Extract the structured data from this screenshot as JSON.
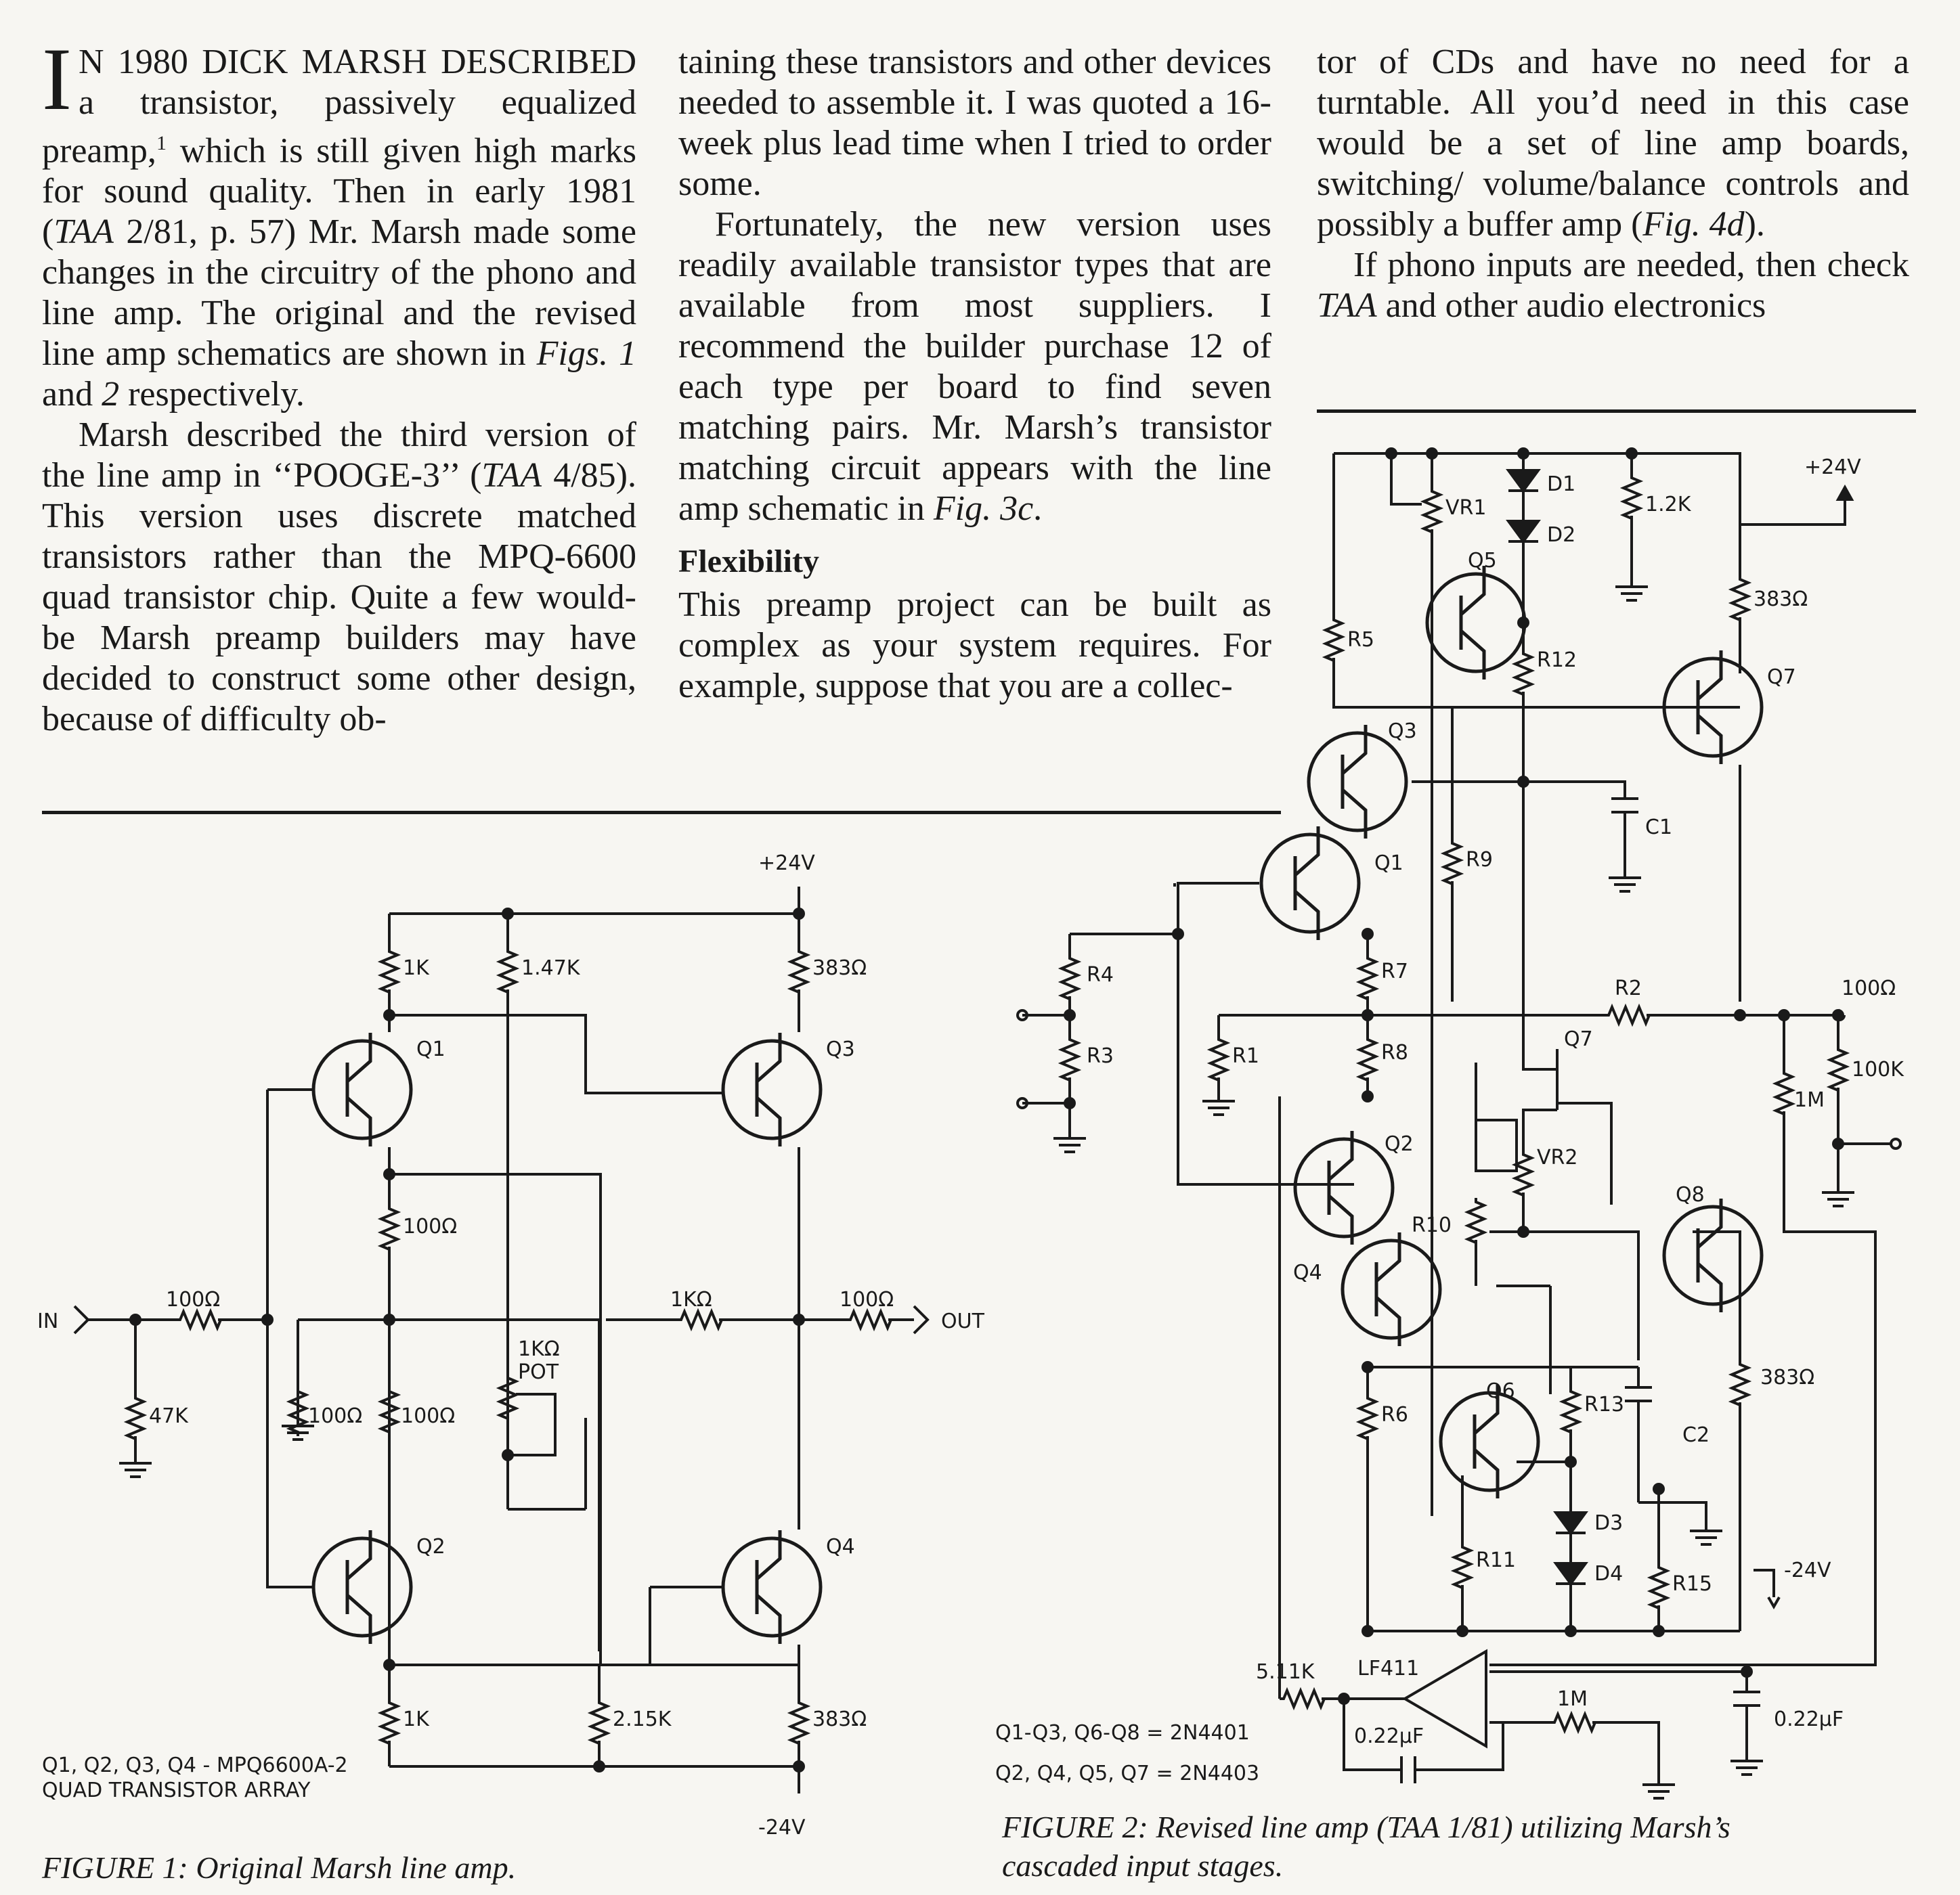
{
  "article": {
    "col1_dropcap": "I",
    "col1_p1_lead": "N 1980 DICK MARSH DESCRIBED",
    "col1_p1_rest": " a transistor, passively equalized preamp,",
    "col1_p1_sup": "1",
    "col1_p1_rest2": " which is still given high marks for sound quality. Then in early 1981 (",
    "col1_p1_taa": "TAA",
    "col1_p1_rest3": " 2/81, p. 57) Mr. Marsh made some changes in the circuitry of the phono and line amp. The original and the revised line amp schematics are shown in ",
    "col1_p1_figs": "Figs. 1",
    "col1_p1_and": " and ",
    "col1_p1_two": "2",
    "col1_p1_end": " respectively.",
    "col1_p2_a": "Marsh described the third version of the line amp in ‘‘POOGE-3’’ (",
    "col1_p2_taa": "TAA",
    "col1_p2_b": " 4/85). This version uses discrete matched transistors rather than the MPQ-6600 quad transistor chip. Quite a few would-be Marsh preamp builders may have decided to construct some other design, because of difficulty ob-",
    "col2_p1": "taining these transistors and other devices needed to assemble it. I was quoted a 16-week plus lead time when I tried to order some.",
    "col2_p2_a": "Fortunately, the new version uses readily available transistor types that are available from most suppliers. I recommend the builder purchase 12 of each type per board to find seven matching pairs. Mr. Marsh’s transistor matching circuit appears with the line amp schematic in ",
    "col2_p2_fig": "Fig. 3c",
    "col2_p2_end": ".",
    "col2_heading": "Flexibility",
    "col2_p3": "This preamp project can be built as complex as your system requires. For example, suppose that you are a collec-",
    "col3_p1_a": "tor of CDs and have no need for a turntable. All you’d need in this case would be a set of line amp boards, switching/ volume/balance controls and possibly a buffer amp (",
    "col3_p1_fig": "Fig. 4d",
    "col3_p1_end": ").",
    "col3_p2_a": "If phono inputs are needed, then check ",
    "col3_p2_taa": "TAA",
    "col3_p2_b": " and other audio electronics"
  },
  "figure1": {
    "caption": "FIGURE 1: Original Marsh line amp.",
    "labels": {
      "plus24": "+24V",
      "minus24": "-24V",
      "r1k_top": "1K",
      "r147k": "1.47K",
      "r383_top": "383Ω",
      "q1": "Q1",
      "q2": "Q2",
      "q3": "Q3",
      "q4": "Q4",
      "r100_mid": "100Ω",
      "in": "IN",
      "r100_in": "100Ω",
      "r47k": "47K",
      "r100_a": "100Ω",
      "r100_b": "100Ω",
      "pot_val": "1KΩ",
      "pot": "POT",
      "r1k_out": "1KΩ",
      "r100_out": "100Ω",
      "out": "OUT",
      "r1k_bot": "1K",
      "r215k": "2.15K",
      "r383_bot": "383Ω",
      "note1": "Q1, Q2, Q3, Q4 - MPQ6600A-2",
      "note2": "QUAD TRANSISTOR ARRAY"
    }
  },
  "figure2": {
    "caption_line1": "FIGURE 2: Revised line amp (TAA 1/81) utilizing Marsh’s",
    "caption_line2": "cascaded input stages.",
    "labels": {
      "plus24": "+24V",
      "vr1": "VR1",
      "d1": "D1",
      "d2": "D2",
      "r12k": "1.2K",
      "q5": "Q5",
      "r383_top": "383Ω",
      "r5": "R5",
      "r12": "R12",
      "q7_top": "Q7",
      "q3": "Q3",
      "c1": "C1",
      "q1": "Q1",
      "r9": "R9",
      "r4": "R4",
      "r7": "R7",
      "r2": "R2",
      "r100": "100Ω",
      "r3": "R3",
      "r1": "R1",
      "r8": "R8",
      "q7_fet": "Q7",
      "r1m": "1M",
      "r100k": "100K",
      "q2": "Q2",
      "vr2": "VR2",
      "q8": "Q8",
      "r10": "R10",
      "q4": "Q4",
      "r6": "R6",
      "q6": "Q6",
      "r13": "R13",
      "c2": "C2",
      "r383_bot": "383Ω",
      "d3": "D3",
      "r11": "R11",
      "d4": "D4",
      "r15": "R15",
      "minus24": "-24V",
      "r511k": "5.11K",
      "lf411": "LF411",
      "r1m_fb": "1M",
      "c022a": "0.22μF",
      "c022b": "0.22μF",
      "note1": "Q1-Q3, Q6-Q8 = 2N4401",
      "note2": "Q2, Q4, Q5, Q7 = 2N4403"
    }
  }
}
